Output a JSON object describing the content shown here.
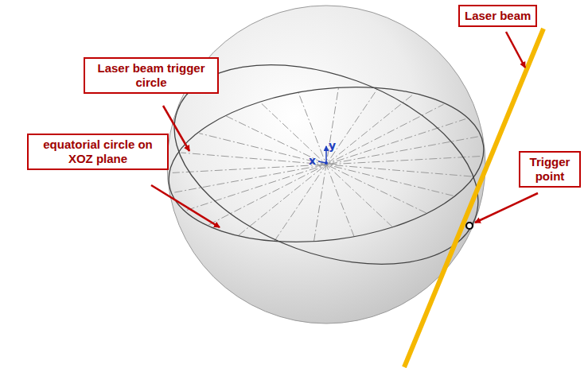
{
  "diagram": {
    "nodes": [
      {
        "text": [
          "Laser beam trigger circle"
        ]
      },
      {
        "text": [
          "equatorial circle on XOZ plane"
        ]
      },
      {
        "text": [
          "Laser beam"
        ]
      },
      {
        "text": [
          "Trigger point"
        ]
      }
    ],
    "labels": [
      "y",
      "x"
    ]
  }
}
